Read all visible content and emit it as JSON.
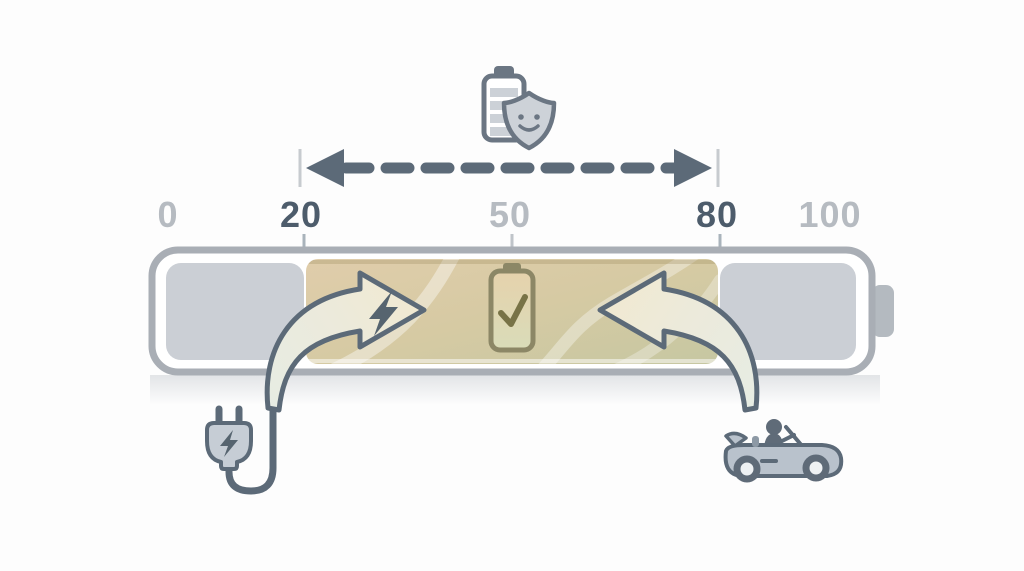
{
  "illustration": {
    "subject": "battery-optimal-charging-range",
    "scale": {
      "min": 0,
      "max": 100,
      "labels": [
        {
          "value": "0",
          "emphasized": false
        },
        {
          "value": "20",
          "emphasized": true
        },
        {
          "value": "50",
          "emphasized": false
        },
        {
          "value": "80",
          "emphasized": true
        },
        {
          "value": "100",
          "emphasized": false
        }
      ]
    },
    "optimal_range": {
      "start_percent": 20,
      "end_percent": 80
    },
    "icons": {
      "top": "battery-with-shield-smiley",
      "center": "battery-with-checkmark",
      "span": "dashed-double-headed-arrow",
      "charge_in": "curved-arrow-with-lightning-from-plug",
      "drive_in": "curved-arrow-from-car",
      "bottom_left": "power-plug-with-lightning-and-cord",
      "bottom_right": "convertible-car-with-driver"
    },
    "colors": {
      "background": "#fdfdfd",
      "bar_border": "#a9aeb5",
      "bar_segment_gray": "#cbcfd5",
      "range_tan": "#dfccab",
      "range_sage": "#c6c7a2",
      "label_light": "#b6bbc1",
      "label_dark": "#4d5c6b",
      "outline_slate": "#5c6a78",
      "icon_fill_gray": "#c6cdd5",
      "battery_olive": "#8c8766"
    }
  }
}
